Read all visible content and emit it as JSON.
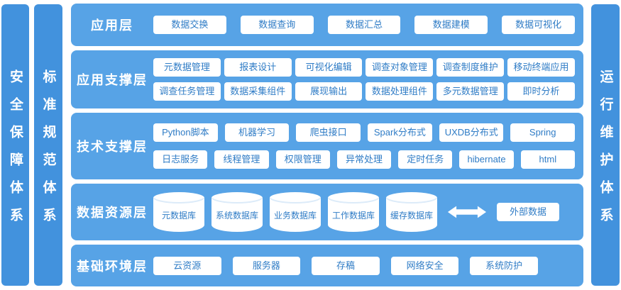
{
  "palette": {
    "bar": "#4292dd",
    "layer": "#57a3e6",
    "chipText": "#2f7cc6",
    "pageBg": "#ffffff"
  },
  "bars": {
    "left1": "安全保障体系",
    "left2": "标准规范体系",
    "right": "运行维护体系"
  },
  "layers": [
    {
      "name": "应用层",
      "rows": [
        [
          "数据交换",
          "数据查询",
          "数据汇总",
          "数据建模",
          "数据可视化"
        ]
      ]
    },
    {
      "name": "应用支撑层",
      "rows": [
        [
          "元数据管理",
          "报表设计",
          "可视化编辑",
          "调查对象管理",
          "调查制度维护",
          "移动终端应用"
        ],
        [
          "调查任务管理",
          "数据采集组件",
          "展现输出",
          "数据处理组件",
          "多元数据管理",
          "即时分析"
        ]
      ]
    },
    {
      "name": "技术支撑层",
      "rows": [
        [
          "Python脚本",
          "机器学习",
          "爬虫接口",
          "Spark分布式",
          "UXDB分布式",
          "Spring"
        ],
        [
          "日志服务",
          "线程管理",
          "权限管理",
          "异常处理",
          "定时任务",
          "hibernate",
          "html"
        ]
      ]
    },
    {
      "name": "数据资源层",
      "databases": [
        "元数据库",
        "系统数据库",
        "业务数据库",
        "工作数据库",
        "缓存数据库"
      ],
      "external": "外部数据"
    },
    {
      "name": "基础环境层",
      "rows": [
        [
          "云资源",
          "服务器",
          "存稿",
          "网络安全",
          "系统防护"
        ]
      ]
    }
  ]
}
